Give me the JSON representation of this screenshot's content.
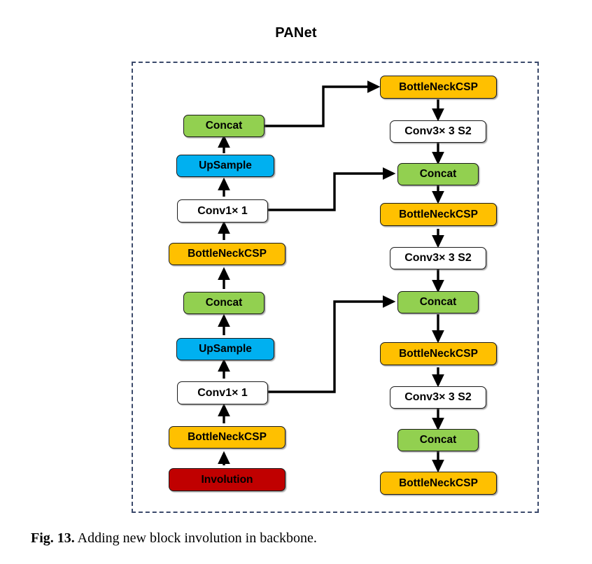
{
  "figure": {
    "title": "PANet",
    "caption_label": "Fig. 13.",
    "caption_text": " Adding new block involution in backbone."
  },
  "colors": {
    "green": "#92d050",
    "orange": "#ffc000",
    "blue": "#00b0f0",
    "white": "#ffffff",
    "red": "#c00000",
    "border": "#1a1a1a",
    "frame_dashed": "#3b4a6b",
    "connector": "#000000"
  },
  "diagram": {
    "type": "flowchart",
    "container_label": "PANet",
    "left_column": [
      {
        "id": "l-concat-top",
        "label": "Concat",
        "color": "green"
      },
      {
        "id": "l-upsample-top",
        "label": "UpSample",
        "color": "blue"
      },
      {
        "id": "l-conv1x1-top",
        "label": "Conv1× 1",
        "color": "white"
      },
      {
        "id": "l-bncsp-top",
        "label": "BottleNeckCSP",
        "color": "orange"
      },
      {
        "id": "l-concat-mid",
        "label": "Concat",
        "color": "green"
      },
      {
        "id": "l-upsample-bot",
        "label": "UpSample",
        "color": "blue"
      },
      {
        "id": "l-conv1x1-bot",
        "label": "Conv1× 1",
        "color": "white"
      },
      {
        "id": "l-bncsp-bot",
        "label": "BottleNeckCSP",
        "color": "orange"
      },
      {
        "id": "l-involution",
        "label": "Involution",
        "color": "red"
      }
    ],
    "right_column": [
      {
        "id": "r-bncsp-1",
        "label": "BottleNeckCSP",
        "color": "orange"
      },
      {
        "id": "r-conv3-1",
        "label": "Conv3× 3 S2",
        "color": "white"
      },
      {
        "id": "r-concat-1",
        "label": "Concat",
        "color": "green"
      },
      {
        "id": "r-bncsp-2",
        "label": "BottleNeckCSP",
        "color": "orange"
      },
      {
        "id": "r-conv3-2",
        "label": "Conv3× 3 S2",
        "color": "white"
      },
      {
        "id": "r-concat-2",
        "label": "Concat",
        "color": "green"
      },
      {
        "id": "r-bncsp-3",
        "label": "BottleNeckCSP",
        "color": "orange"
      },
      {
        "id": "r-conv3-3",
        "label": "Conv3× 3 S2",
        "color": "white"
      },
      {
        "id": "r-concat-3",
        "label": "Concat",
        "color": "green"
      },
      {
        "id": "r-bncsp-4",
        "label": "BottleNeckCSP",
        "color": "orange"
      }
    ],
    "edges_vertical_left": [
      "Involution -> BottleNeckCSP",
      "BottleNeckCSP -> Conv1x1",
      "Conv1x1 -> UpSample",
      "UpSample -> Concat",
      "Concat -> BottleNeckCSP",
      "BottleNeckCSP -> Conv1x1",
      "Conv1x1 -> UpSample",
      "UpSample -> Concat"
    ],
    "edges_vertical_right": [
      "BottleNeckCSP -> Conv3x3 S2",
      "Conv3x3 S2 -> Concat",
      "Concat -> BottleNeckCSP",
      "BottleNeckCSP -> Conv3x3 S2",
      "Conv3x3 S2 -> Concat",
      "Concat -> BottleNeckCSP",
      "BottleNeckCSP -> Conv3x3 S2",
      "Conv3x3 S2 -> Concat",
      "Concat -> BottleNeckCSP"
    ],
    "edges_cross": [
      "Concat (top left) -> BottleNeckCSP (right top)",
      "Conv1x1 (upper left) -> Concat (right 1)",
      "Conv1x1 (lower left) -> Concat (right 2)"
    ]
  }
}
